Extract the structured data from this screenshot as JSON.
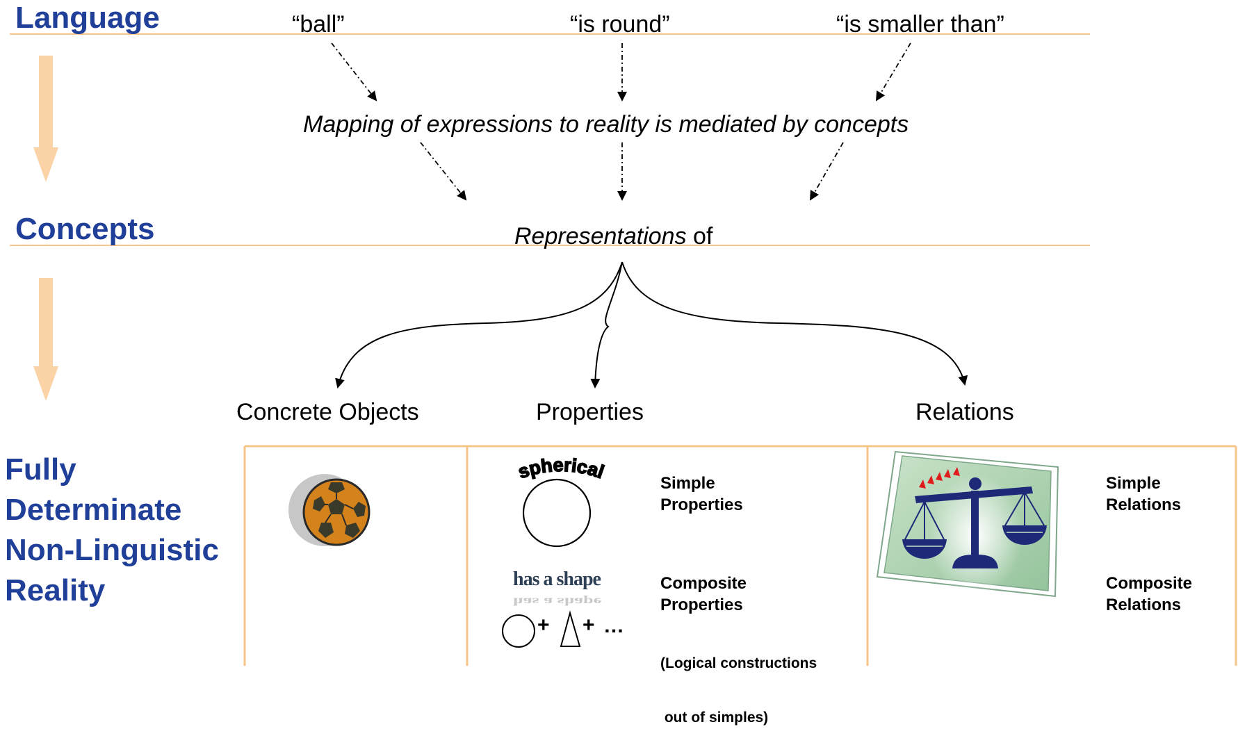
{
  "levels": {
    "language": "Language",
    "concepts": "Concepts",
    "reality": [
      "Fully",
      "Determinate",
      "Non-Linguistic",
      "Reality"
    ]
  },
  "expressions": [
    "“ball”",
    "“is round”",
    "“is smaller than”"
  ],
  "mediation_text": "Mapping of expressions to reality is mediated by concepts",
  "representations": {
    "italic": "Representations",
    "rest": " of"
  },
  "categories": [
    "Concrete Objects",
    "Properties",
    "Relations"
  ],
  "properties": {
    "simple_word": "spherical",
    "simple_label": [
      "Simple",
      "Properties"
    ],
    "composite_word": "has a shape",
    "composite_label": [
      "Composite",
      "Properties"
    ],
    "composite_note": [
      "(Logical constructions",
      " out of simples)"
    ],
    "plus": "+",
    "ellipsis": "…"
  },
  "relations": {
    "simple_label": [
      "Simple",
      "Relations"
    ],
    "composite_label": [
      "Composite",
      "Relations"
    ]
  },
  "colors": {
    "heading_blue": "#1f3f99",
    "rule_orange": "#f7c48a",
    "arrow_peach": "#fbd3a6",
    "box_border": "#f7c48a",
    "ball_orange": "#d4821c",
    "scale_navy": "#1e2a78",
    "card_green": "#a9cfae",
    "mark_red": "#e01b1b"
  },
  "icons": [
    "down-arrow-icon",
    "soccer-ball-icon",
    "circle-icon",
    "triangle-icon",
    "balance-scale-icon"
  ]
}
